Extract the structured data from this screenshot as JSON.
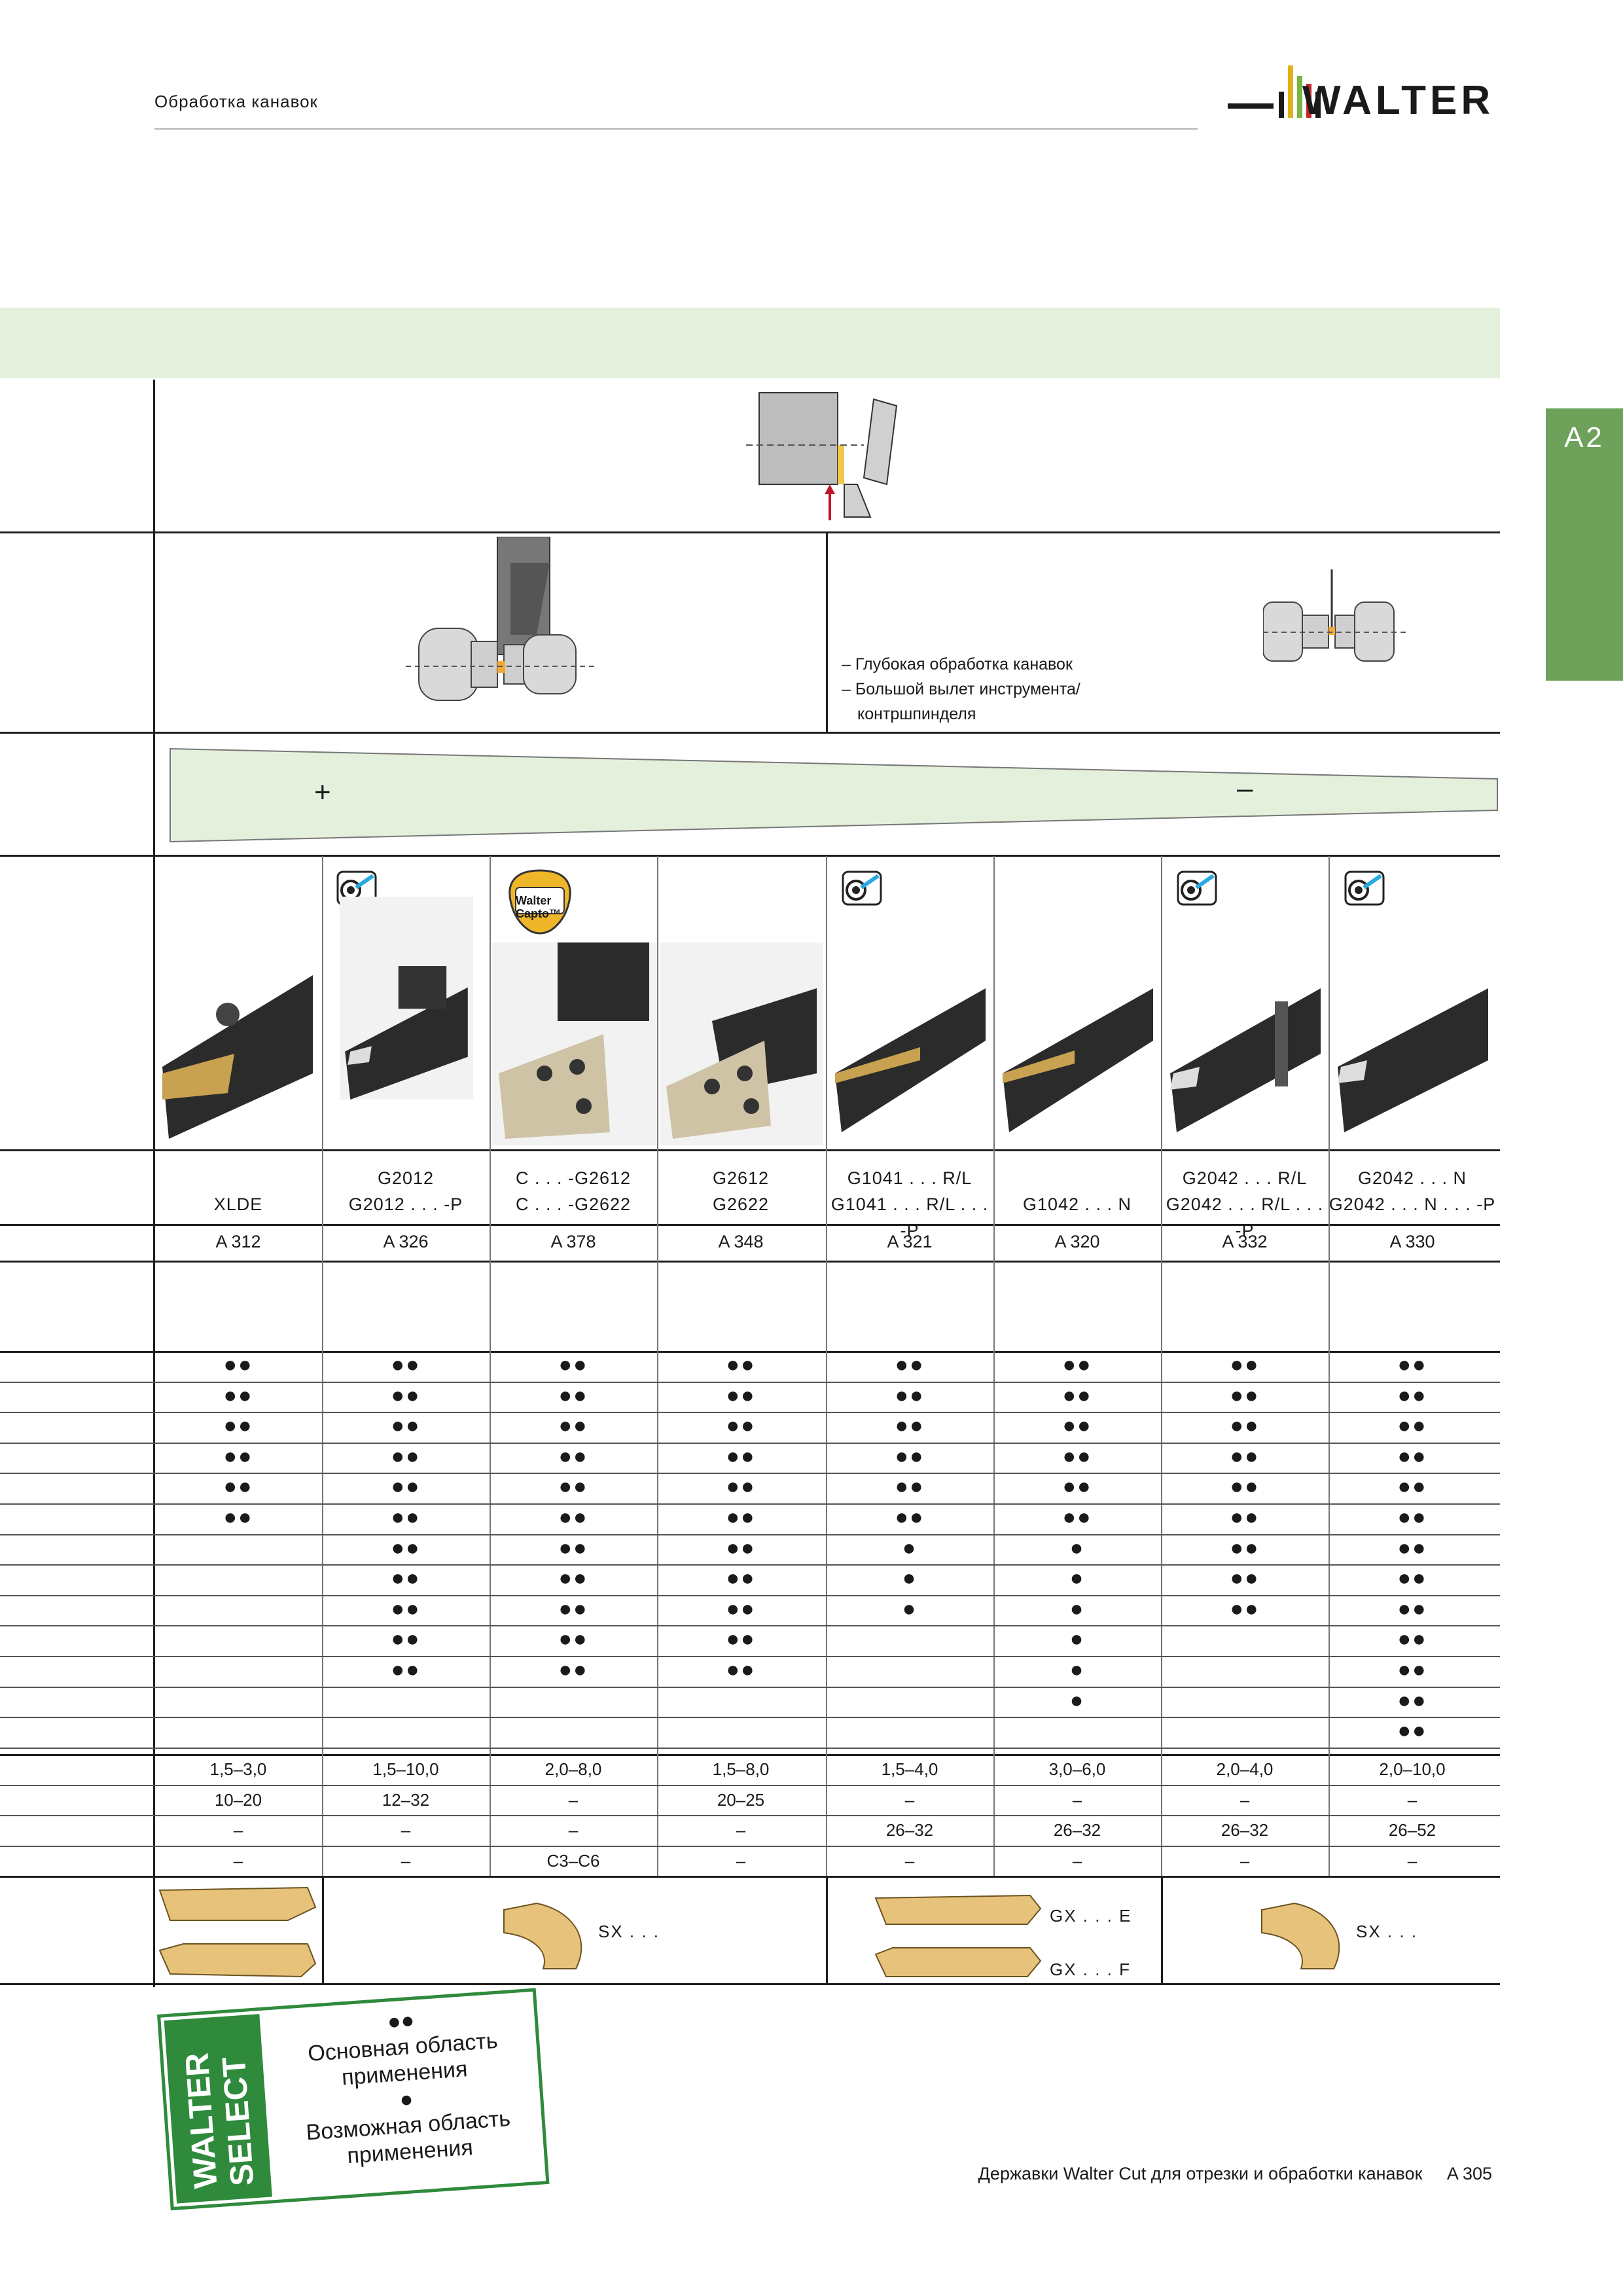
{
  "header": {
    "section": "Обработка канавок",
    "brand": "WALTER"
  },
  "side_tab": "A2",
  "notes": [
    "– Глубокая обработка канавок",
    "– Большой вылет инструмента/",
    "контршпинделя"
  ],
  "stability": {
    "plus": "+",
    "minus": "–"
  },
  "columns": [
    {
      "codes": [
        "",
        "XLDE"
      ],
      "page": "A 312"
    },
    {
      "codes": [
        "G2012",
        "G2012 . . . -P"
      ],
      "page": "A 326"
    },
    {
      "codes": [
        "C . . . -G2612",
        "C . . . -G2622"
      ],
      "page": "A 378"
    },
    {
      "codes": [
        "G2612",
        "G2622"
      ],
      "page": "A 348"
    },
    {
      "codes": [
        "G1041 . . . R/L",
        "G1041 . . . R/L . . . -P"
      ],
      "page": "A 321"
    },
    {
      "codes": [
        "",
        "G1042 . . . N"
      ],
      "page": "A 320"
    },
    {
      "codes": [
        "G2042 . . . R/L",
        "G2042 . . . R/L . . . -P"
      ],
      "page": "A 332"
    },
    {
      "codes": [
        "G2042 . . . N",
        "G2042 . . . N . . . -P"
      ],
      "page": "A 330"
    }
  ],
  "capto_badge": [
    "Walter",
    "Capto™"
  ],
  "matrix": [
    [
      "●●",
      "●●",
      "●●",
      "●●",
      "●●",
      "●●",
      "●●",
      "●●"
    ],
    [
      "●●",
      "●●",
      "●●",
      "●●",
      "●●",
      "●●",
      "●●",
      "●●"
    ],
    [
      "●●",
      "●●",
      "●●",
      "●●",
      "●●",
      "●●",
      "●●",
      "●●"
    ],
    [
      "●●",
      "●●",
      "●●",
      "●●",
      "●●",
      "●●",
      "●●",
      "●●"
    ],
    [
      "●●",
      "●●",
      "●●",
      "●●",
      "●●",
      "●●",
      "●●",
      "●●"
    ],
    [
      "●●",
      "●●",
      "●●",
      "●●",
      "●●",
      "●●",
      "●●",
      "●●"
    ],
    [
      "",
      "●●",
      "●●",
      "●●",
      "●",
      "●",
      "●●",
      "●●"
    ],
    [
      "",
      "●●",
      "●●",
      "●●",
      "●",
      "●",
      "●●",
      "●●"
    ],
    [
      "",
      "●●",
      "●●",
      "●●",
      "●",
      "●",
      "●●",
      "●●"
    ],
    [
      "",
      "●●",
      "●●",
      "●●",
      "",
      "●",
      "",
      "●●"
    ],
    [
      "",
      "●●",
      "●●",
      "●●",
      "",
      "●",
      "",
      "●●"
    ],
    [
      "",
      "",
      "",
      "",
      "",
      "●",
      "",
      "●●"
    ],
    [
      "",
      "",
      "",
      "",
      "",
      "",
      "",
      "●●"
    ]
  ],
  "specs": [
    [
      "1,5–3,0",
      "1,5–10,0",
      "2,0–8,0",
      "1,5–8,0",
      "1,5–4,0",
      "3,0–6,0",
      "2,0–4,0",
      "2,0–10,0"
    ],
    [
      "10–20",
      "12–32",
      "–",
      "20–25",
      "–",
      "–",
      "–",
      "–"
    ],
    [
      "–",
      "–",
      "–",
      "–",
      "26–32",
      "26–32",
      "26–32",
      "26–52"
    ],
    [
      "–",
      "–",
      "C3–C6",
      "–",
      "–",
      "–",
      "–",
      "–"
    ]
  ],
  "inserts": {
    "sx1": "SX . . .",
    "gxe": "GX . . . E",
    "gxf": "GX . . . F",
    "sx2": "SX . . ."
  },
  "select_badge": {
    "brand1": "WALTER",
    "brand2": "SELECT",
    "main_dots": "●●",
    "main_text1": "Основная область",
    "main_text2": "применения",
    "possible_dot": "●",
    "possible_text1": "Возможная область",
    "possible_text2": "применения"
  },
  "footer": {
    "text": "Державки Walter Cut для отрезки и обработки канавок",
    "page": "A 305"
  },
  "colors": {
    "band": "#e4f0dc",
    "tab": "#6ea25a",
    "insert_gold": "#e6c27a",
    "badge_green": "#2f8a3c"
  }
}
